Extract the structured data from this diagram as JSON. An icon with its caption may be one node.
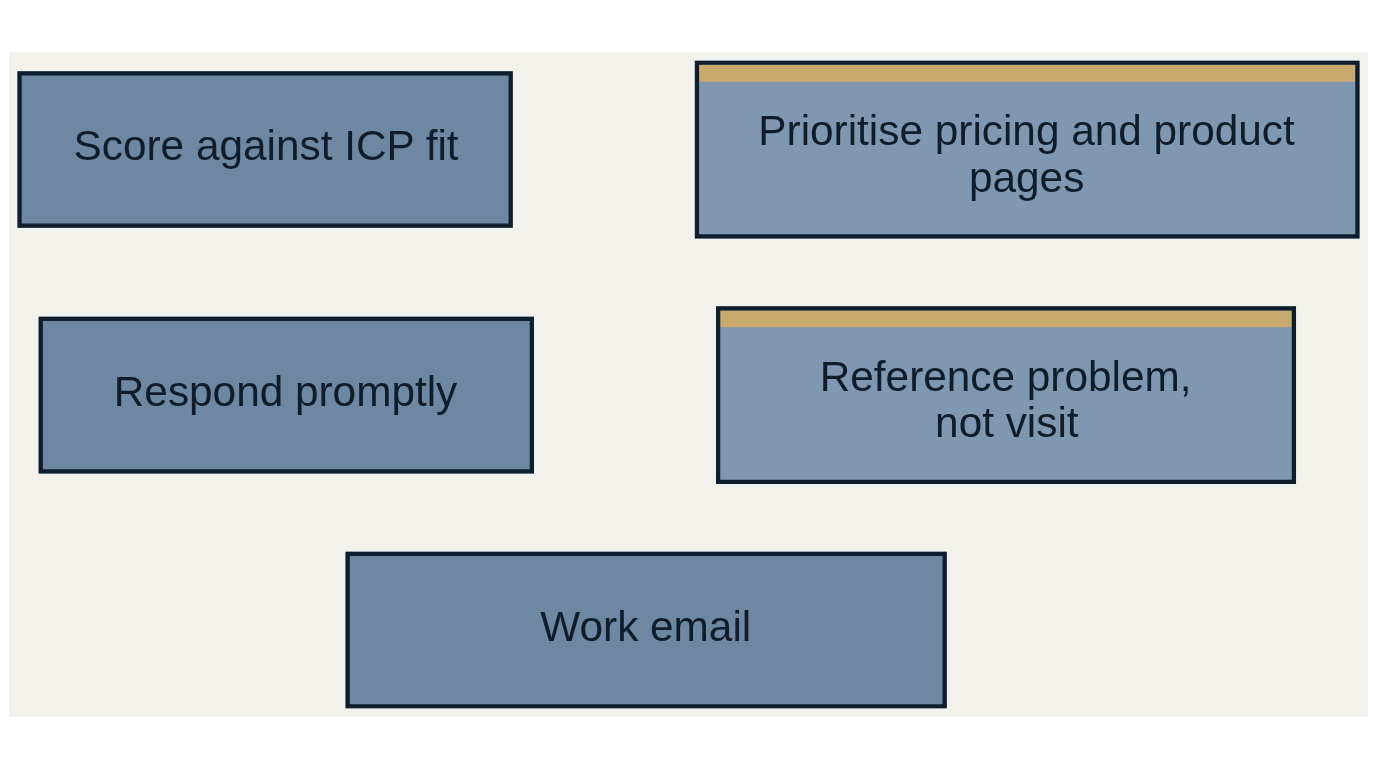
{
  "diagram": {
    "nodes": [
      {
        "text": [
          "Score against ICP fit"
        ]
      },
      {
        "text": [
          "Prioritise pricing and product pages"
        ]
      },
      {
        "text": [
          "Respond promptly"
        ]
      },
      {
        "text": [
          "Reference problem, not visit"
        ]
      },
      {
        "text": [
          "Work email"
        ]
      }
    ]
  }
}
